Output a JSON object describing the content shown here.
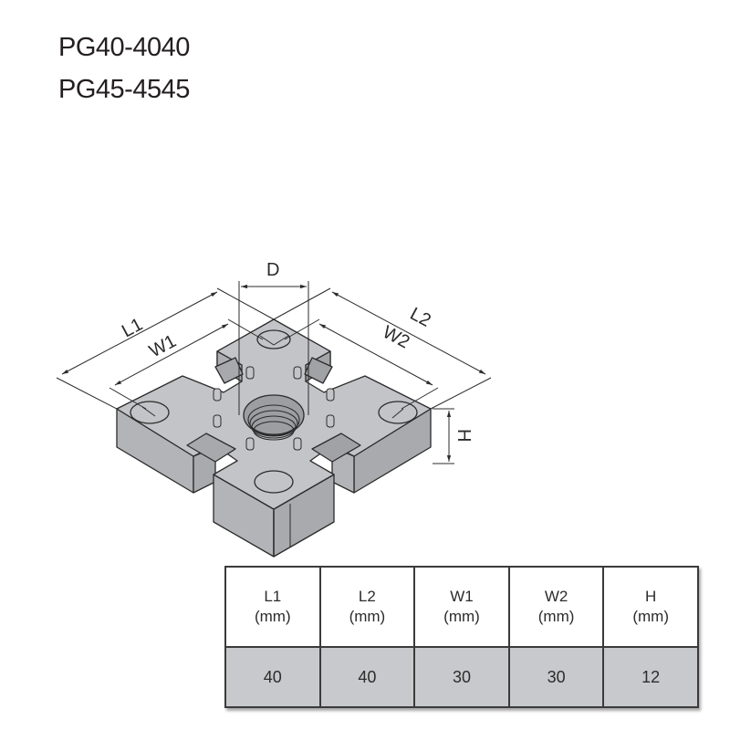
{
  "titles": [
    "PG40-4040",
    "PG45-4545"
  ],
  "drawing": {
    "description": "isometric view of square pivot foot base plate with center threaded hole",
    "dimension_labels": {
      "diameter": "D",
      "length_1": "L1",
      "width_1": "W1",
      "length_2": "L2",
      "width_2": "W2",
      "height": "H"
    },
    "colors": {
      "part_fill": "#b5b6b9",
      "part_top": "#c3c4c7",
      "line": "#2b2b2b"
    }
  },
  "table": {
    "headers": [
      {
        "name": "L1",
        "unit": "(mm)"
      },
      {
        "name": "L2",
        "unit": "(mm)"
      },
      {
        "name": "W1",
        "unit": "(mm)"
      },
      {
        "name": "W2",
        "unit": "(mm)"
      },
      {
        "name": "H",
        "unit": "(mm)"
      }
    ],
    "values": [
      "40",
      "40",
      "30",
      "30",
      "12"
    ],
    "colors": {
      "header_bg": "#ffffff",
      "value_bg": "#c8c9cc",
      "border": "#3a3a3a"
    }
  }
}
